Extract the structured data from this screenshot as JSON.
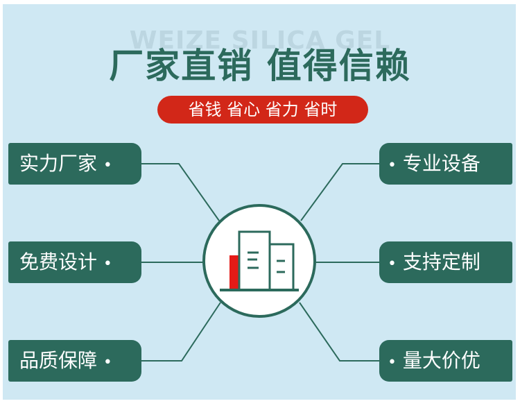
{
  "watermark": "WEIZE SILICA GEL",
  "headline": "厂家直销  值得信赖",
  "pill_text": "省钱 省心  省力 省时",
  "left_features": [
    "实力厂家",
    "免费设计",
    "品质保障"
  ],
  "right_features": [
    "专业设备",
    "支持定制",
    "量大价优"
  ],
  "bullet": "•",
  "center_icon": "factory-building-icon",
  "colors": {
    "background": "#cfe8f3",
    "primary_green": "#2c6a5c",
    "accent_red": "#d22718",
    "watermark": "#bcd6e1",
    "white": "#ffffff"
  }
}
